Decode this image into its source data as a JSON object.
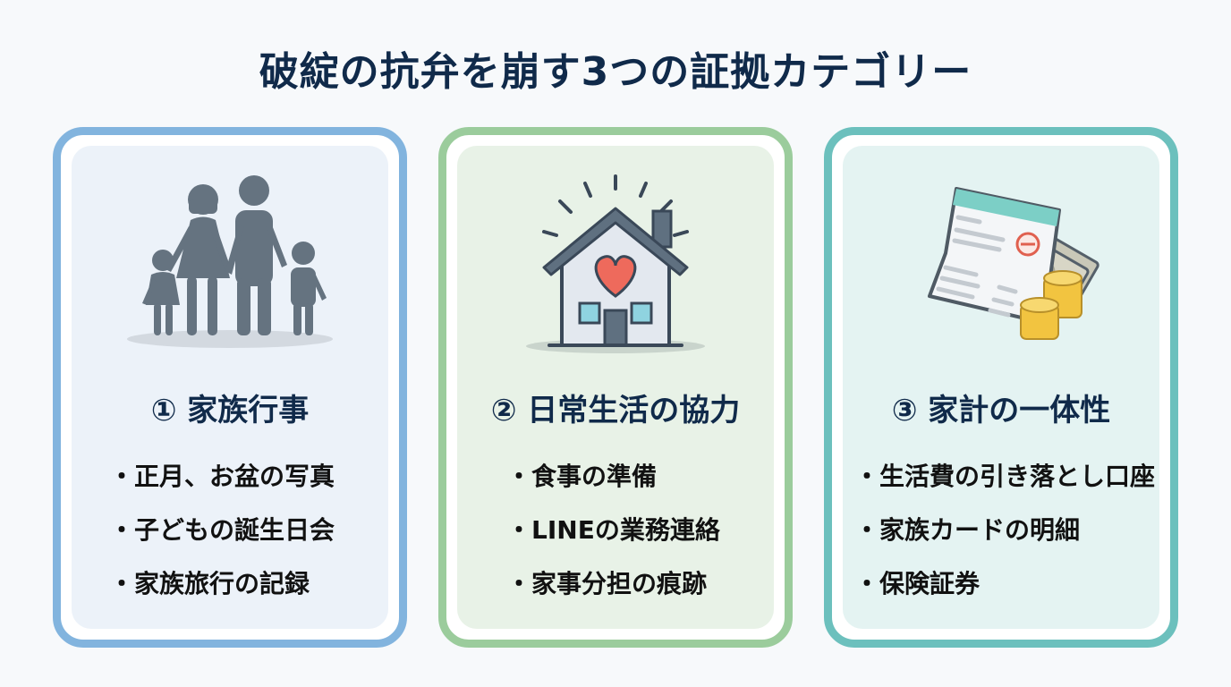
{
  "title": "破綻の抗弁を崩す3つの証拠カテゴリー",
  "colors": {
    "title": "#102a4a",
    "card1_border": "#82b4de",
    "card2_border": "#9bcc9c",
    "card3_border": "#6cc0bd",
    "icon_gray": "#657380",
    "heart": "#ee6a5c",
    "coin": "#f2c440"
  },
  "cards": [
    {
      "title": "① 家族行事",
      "icon": "family-icon",
      "items": [
        "正月、お盆の写真",
        "子どもの誕生日会",
        "家族旅行の記録"
      ]
    },
    {
      "title": "② 日常生活の協力",
      "icon": "house-heart-icon",
      "items": [
        "食事の準備",
        "LINEの業務連絡",
        "家事分担の痕跡"
      ]
    },
    {
      "title": "③ 家計の一体性",
      "icon": "statement-money-icon",
      "items": [
        "生活費の引き落とし口座",
        "家族カードの明細",
        "保険証券"
      ]
    }
  ],
  "bullet": "・"
}
